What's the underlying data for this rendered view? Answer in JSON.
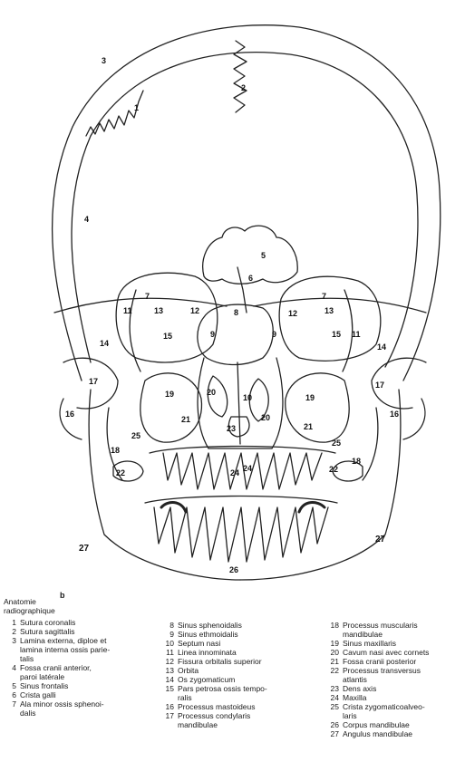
{
  "figure": {
    "letter": "b",
    "legend_title": "Anatomie\nradiographique",
    "numbers": [
      "1",
      "2",
      "3",
      "4",
      "5",
      "6",
      "7",
      "8",
      "9",
      "10",
      "11",
      "12",
      "13",
      "14",
      "15",
      "16",
      "17",
      "18",
      "19",
      "20",
      "21",
      "22",
      "23",
      "24",
      "25",
      "26",
      "27"
    ]
  },
  "legend": [
    [
      {
        "num": "1",
        "text": "Sutura coronalis"
      },
      {
        "num": "2",
        "text": "Sutura sagittalis"
      },
      {
        "num": "3",
        "text": "Lamina externa, diploe et\nlamina interna ossis parie-\ntalis"
      },
      {
        "num": "4",
        "text": "Fossa cranii anterior,\nparoi latérale"
      },
      {
        "num": "5",
        "text": "Sinus frontalis"
      },
      {
        "num": "6",
        "text": "Crista galli"
      },
      {
        "num": "7",
        "text": "Ala minor ossis sphenoi-\ndalis"
      }
    ],
    [
      {
        "num": "8",
        "text": "Sinus sphenoidalis"
      },
      {
        "num": "9",
        "text": "Sinus ethmoidalis"
      },
      {
        "num": "10",
        "text": "Septum nasi"
      },
      {
        "num": "11",
        "text": "Linea innominata"
      },
      {
        "num": "12",
        "text": "Fissura orbitalis superior"
      },
      {
        "num": "13",
        "text": "Orbita"
      },
      {
        "num": "14",
        "text": "Os zygomaticum"
      },
      {
        "num": "15",
        "text": "Pars petrosa ossis tempo-\nralis"
      },
      {
        "num": "16",
        "text": "Processus mastoideus"
      },
      {
        "num": "17",
        "text": "Processus condylaris\nmandibulae"
      }
    ],
    [
      {
        "num": "18",
        "text": "Processus muscularis\nmandibulae"
      },
      {
        "num": "19",
        "text": "Sinus maxillaris"
      },
      {
        "num": "20",
        "text": "Cavum nasi avec cornets"
      },
      {
        "num": "21",
        "text": "Fossa cranii posterior"
      },
      {
        "num": "22",
        "text": "Processus transversus\natlantis"
      },
      {
        "num": "23",
        "text": "Dens axis"
      },
      {
        "num": "24",
        "text": "Maxilla"
      },
      {
        "num": "25",
        "text": "Crista zygomaticoalveo-\nlaris"
      },
      {
        "num": "26",
        "text": "Corpus mandibulae"
      },
      {
        "num": "27",
        "text": "Angulus mandibulae"
      }
    ]
  ]
}
